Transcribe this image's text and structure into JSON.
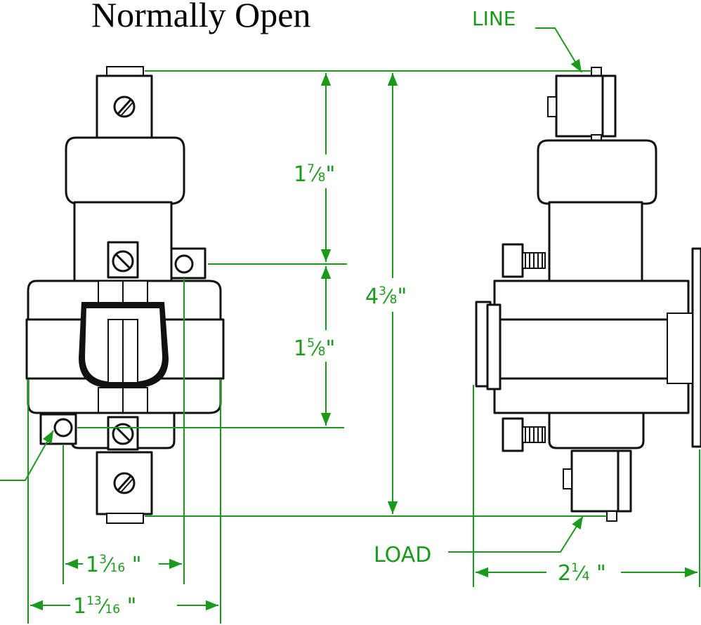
{
  "title": "Normally Open",
  "labels": {
    "line": "LINE",
    "load": "LOAD"
  },
  "dimensions": {
    "top_height": {
      "whole": "1",
      "num": "7",
      "den": "8",
      "unit": "\""
    },
    "mid_height": {
      "whole": "1",
      "num": "5",
      "den": "8",
      "unit": "\""
    },
    "total_height": {
      "whole": "4",
      "num": "3",
      "den": "8",
      "unit": "\""
    },
    "hole_spacing": {
      "whole": "1",
      "num": "3",
      "den": "16",
      "unit": " \""
    },
    "base_width": {
      "whole": "1",
      "num": "13",
      "den": "16",
      "unit": " \""
    },
    "side_depth": {
      "whole": "2",
      "num": "1",
      "den": "4",
      "unit": " \""
    }
  },
  "colors": {
    "dimension": "#1a9a1a",
    "outline": "#111111"
  }
}
